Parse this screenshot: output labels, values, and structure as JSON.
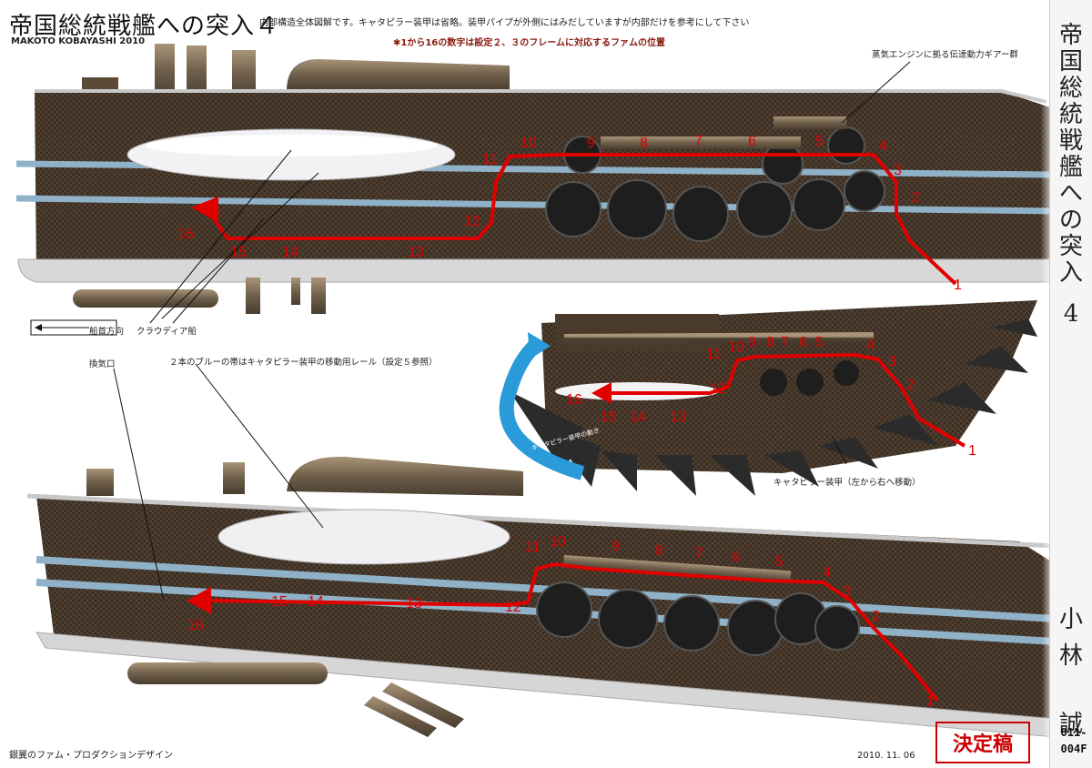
{
  "title": "帝国総統戦艦への突入４",
  "author": "MAKOTO KOBAYASHI 2010",
  "note_line1": "内部構造全体図解です。キャタピラー装甲は省略。装甲パイプが外側にはみだしていますが内部だけを参考にして下さい",
  "note_line2": "✱1から16の数字は設定２、３のフレームに対応するファムの位置",
  "labels": {
    "steam_gear": "蒸気エンジンに拠る伝達動力ギアー群",
    "bow_direction": "船首方向",
    "claudia_ship": "クラウディア船",
    "vent": "換気口",
    "blue_bands": "２本のブルーの帯はキャタピラー装甲の移動用レール（設定５参照）",
    "caterpillar_armor": "キャタピラー装甲（左から右へ移動）",
    "caterpillar_rail": "キャタピラー装甲の動き"
  },
  "sidebar": {
    "title_chars": [
      "帝",
      "国",
      "総",
      "統",
      "戦",
      "艦",
      "へ",
      "の",
      "突",
      "入"
    ],
    "number": "4",
    "author_chars": [
      "小",
      "林",
      "",
      "誠"
    ]
  },
  "footer": {
    "studio": "銀翼のファム・プロダクションデザイン",
    "date": "2010. 11. 06",
    "stamp": "決定稿",
    "code_lines": [
      "011-",
      "004F"
    ]
  },
  "path_numbers": [
    "1",
    "2",
    "3",
    "4",
    "5",
    "6",
    "7",
    "8",
    "9",
    "10",
    "11",
    "12",
    "13",
    "14",
    "15",
    "16"
  ],
  "colors": {
    "route": "#e00000",
    "hull": "#3a2d22",
    "rail": "#8fb2c8",
    "pipe": "#7a6a55",
    "tread": "#2b2b2b",
    "arrow_blue": "#2a9ad8"
  }
}
